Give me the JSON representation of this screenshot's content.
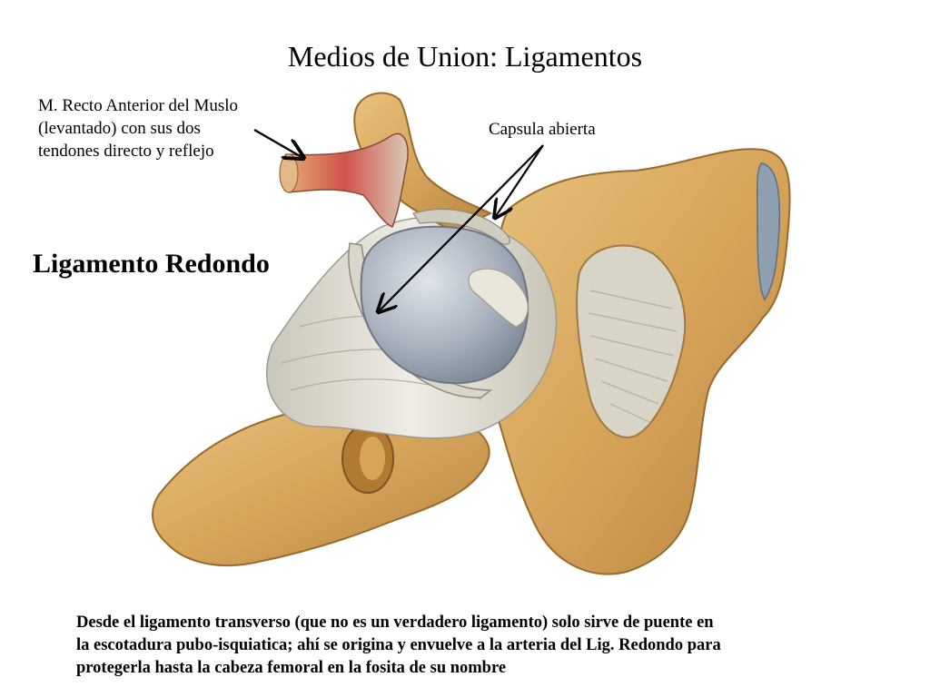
{
  "title": "Medios de Union: Ligamentos",
  "labels": {
    "muscle_line1": "M. Recto Anterior del Muslo",
    "muscle_line2": "(levantado) con sus dos",
    "muscle_line3": "tendones directo y reflejo",
    "capsule": "Capsula abierta",
    "redondo": "Ligamento Redondo"
  },
  "caption": {
    "line1": "Desde el ligamento transverso (que no es un verdadero ligamento) solo sirve de puente en",
    "line2": "la escotadura pubo-isquiatica; ahí se origina y envuelve a la arteria del Lig. Redondo para",
    "line3": "protegerla hasta la cabeza femoral en la fosita de su nombre"
  },
  "colors": {
    "bone": "#d9a85c",
    "bone_dark": "#b07a32",
    "ligament": "#dcdad0",
    "cartilage": "#aeb6c2",
    "muscle": "#c9423a"
  }
}
